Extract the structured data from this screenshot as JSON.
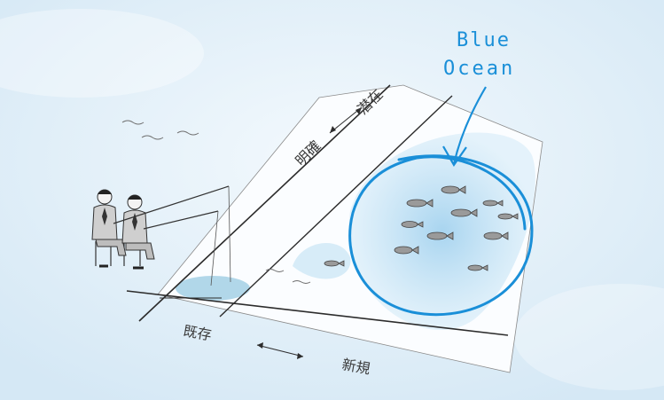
{
  "annotation": {
    "line1": "Blue",
    "line2": "Ocean"
  },
  "axis_labels": {
    "explicit": "明確",
    "latent": "潜在",
    "existing": "既存",
    "new": "新規"
  },
  "colors": {
    "background": "#dfeef8",
    "ocean_marker": "#1a8fd8",
    "ink": "#3a3a3a",
    "water_wash": "#a9d7f0"
  }
}
